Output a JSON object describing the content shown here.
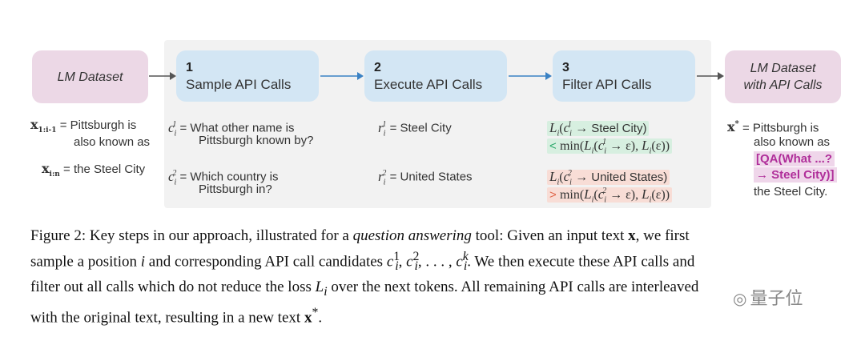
{
  "boxes": {
    "lm_dataset": {
      "label": "LM Dataset"
    },
    "step1": {
      "num": "1",
      "title": "Sample API Calls"
    },
    "step2": {
      "num": "2",
      "title": "Execute API Calls"
    },
    "step3": {
      "num": "3",
      "title": "Filter API Calls"
    },
    "lm_dataset_api": {
      "line1": "LM Dataset",
      "line2": "with API Calls"
    }
  },
  "input": {
    "x1_sub": "1:i-1",
    "x1_l1": "= Pittsburgh is",
    "x1_l2": "also known as",
    "x2_sub": "i:n",
    "x2_l1": "= the Steel City"
  },
  "step1_text": {
    "c1_l1": "= What other name is",
    "c1_l2": "Pittsburgh known by?",
    "c2_l1": "= Which country is",
    "c2_l2": "Pittsburgh in?"
  },
  "step2_text": {
    "r1": "= Steel City",
    "r2": "= United States"
  },
  "step3_text": {
    "l1_top": "Steel City)",
    "l1_sym": "<",
    "l2_top": "United States)",
    "l2_sym": ">"
  },
  "output": {
    "l1": "= Pittsburgh is",
    "l2": "also known as",
    "l3": "[QA(What ...?",
    "l4": "→ Steel City)]",
    "l5": "the Steel City."
  },
  "caption": {
    "l1a": "Figure 2: Key steps in our approach, illustrated for a ",
    "l1b": "question answering",
    "l1c": " tool: Given an input text ",
    "l1d": "x",
    "l1e": ", we first",
    "l2a": "sample a position ",
    "l2b": " and corresponding API call candidates ",
    "l2c": ". We then execute these API calls and",
    "l3a": "filter out all calls which do not reduce the loss ",
    "l3b": " over the next tokens. All remaining API calls are interleaved",
    "l4a": "with the original text, resulting in a new text ",
    "l4b": "."
  },
  "watermark": {
    "text": "量子位"
  },
  "colors": {
    "pink_box": "#ecd8e6",
    "blue_box": "#d3e6f4",
    "panel": "#f2f2f2",
    "arrow_blue": "#3b82c4",
    "highlight_green": "#d7efe0",
    "highlight_red": "#f8ddd6",
    "highlight_purple": "#efd6ea"
  }
}
